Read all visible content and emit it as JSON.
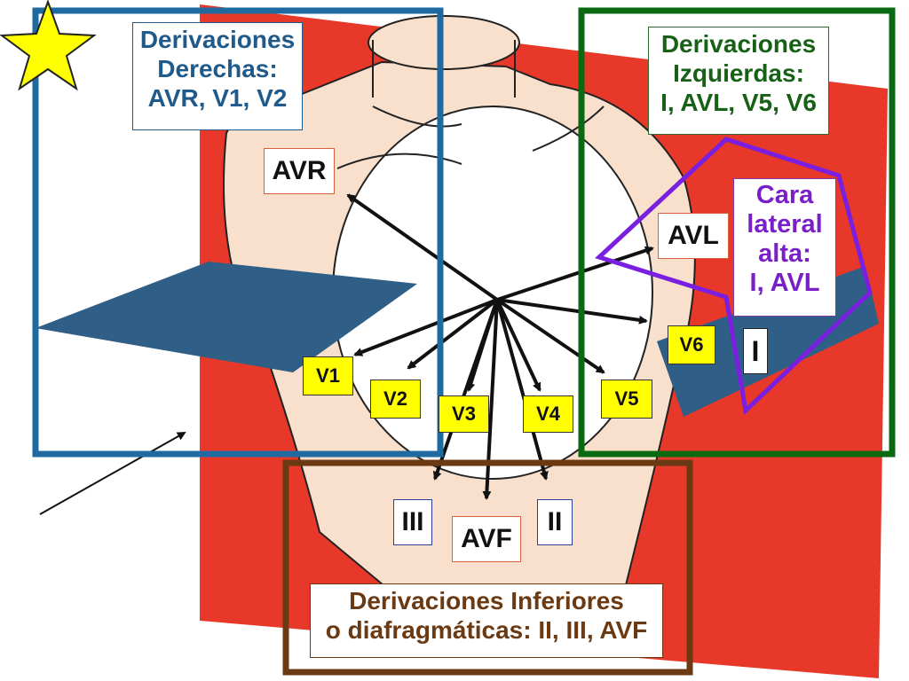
{
  "groups": {
    "right": {
      "title": "Derivaciones\nDerechas:\nAVR, V1, V2",
      "color": "#1f5a8a"
    },
    "left": {
      "title": "Derivaciones\nIzquierdas:\nI, AVL, V5, V6",
      "color": "#0a6a12"
    },
    "inferior": {
      "title": "Derivaciones Inferiores\no diafragmáticas:  II, III, AVF",
      "color": "#6b3a12"
    },
    "lateral_high": {
      "title": "Cara\nlateral\nalta:\nI, AVL",
      "color": "#7a1fc8"
    }
  },
  "leads": {
    "avr": "AVR",
    "avl": "AVL",
    "avf": "AVF",
    "i": "I",
    "ii": "II",
    "iii": "III",
    "v1": "V1",
    "v2": "V2",
    "v3": "V3",
    "v4": "V4",
    "v5": "V5",
    "v6": "V6"
  },
  "colors": {
    "frontal_plane": "#e8382a",
    "horizontal_plane": "#2f5f86",
    "heart": "#f8e0cc",
    "star": "#ffff00"
  }
}
